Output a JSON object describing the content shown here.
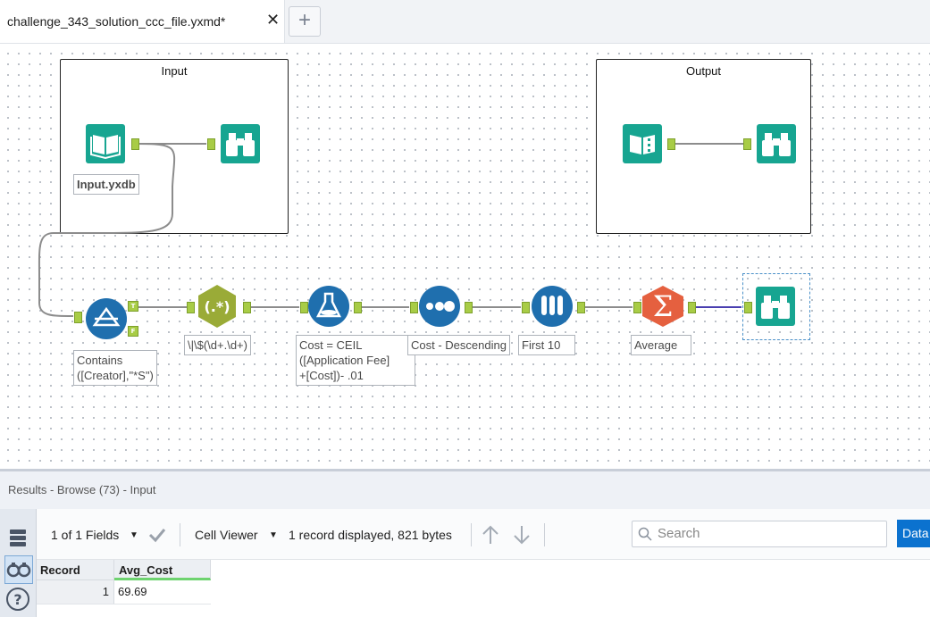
{
  "tab": {
    "title": "challenge_343_solution_ccc_file.yxmd*",
    "close": "✕",
    "add": "+"
  },
  "containers": {
    "input_title": "Input",
    "output_title": "Output"
  },
  "annotations": {
    "input_file": "Input.yxdb",
    "filter": "Contains\n([Creator],\"*S\")",
    "regex": "\\|\\$(\\d+.\\d+)",
    "formula": "Cost = CEIL\n([Application Fee]\n+[Cost])- .01",
    "sort": "Cost - Descending",
    "sample": "First 10",
    "summarize": "Average"
  },
  "anchors": {
    "true": "T",
    "false": "F"
  },
  "results": {
    "header": "Results - Browse (73) - Input",
    "fields": "1 of 1 Fields",
    "viewer": "Cell Viewer",
    "status": "1 record displayed, 821 bytes",
    "search_placeholder": "Search",
    "data_button": "Data",
    "columns": [
      "Record",
      "Avg_Cost"
    ],
    "rows": [
      {
        "record": "1",
        "avg_cost": "69.69"
      }
    ]
  },
  "colors": {
    "teal": "#17a591",
    "blue": "#1f6fae",
    "olive": "#9aab37",
    "orange": "#e5603f",
    "anchor": "#a8cc46",
    "accent": "#0b72cf"
  },
  "icons": [
    "book-open-icon",
    "binoculars-icon",
    "book-icon",
    "filter-icon",
    "regex-icon",
    "formula-flask-icon",
    "sort-icon",
    "sample-tubes-icon",
    "sigma-icon",
    "chevron-down-icon",
    "check-icon",
    "arrow-up-icon",
    "arrow-down-icon",
    "search-icon",
    "table-view-icon",
    "question-icon"
  ]
}
